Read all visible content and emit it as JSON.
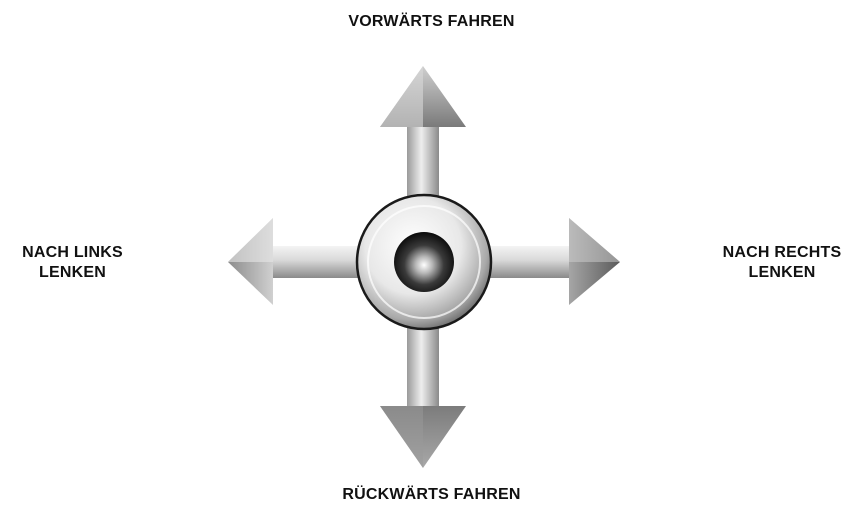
{
  "labels": {
    "forward": "VORWÄRTS FAHREN",
    "backward": "RÜCKWÄRTS FAHREN",
    "left_line1": "NACH LINKS",
    "left_line2": "LENKEN",
    "right_line1": "NACH RECHTS",
    "right_line2": "LENKEN"
  },
  "icons": {
    "arrow_up": "arrow-up-icon",
    "arrow_down": "arrow-down-icon",
    "arrow_left": "arrow-left-icon",
    "arrow_right": "arrow-right-icon",
    "joystick": "joystick-icon"
  },
  "colors": {
    "text": "#111111",
    "arrow_light": "#f2f2f2",
    "arrow_mid": "#c9c9c9",
    "arrow_dark": "#6e6e6e",
    "knob_outline": "#1a1a1a",
    "knob_center": "#1c1c1c"
  }
}
